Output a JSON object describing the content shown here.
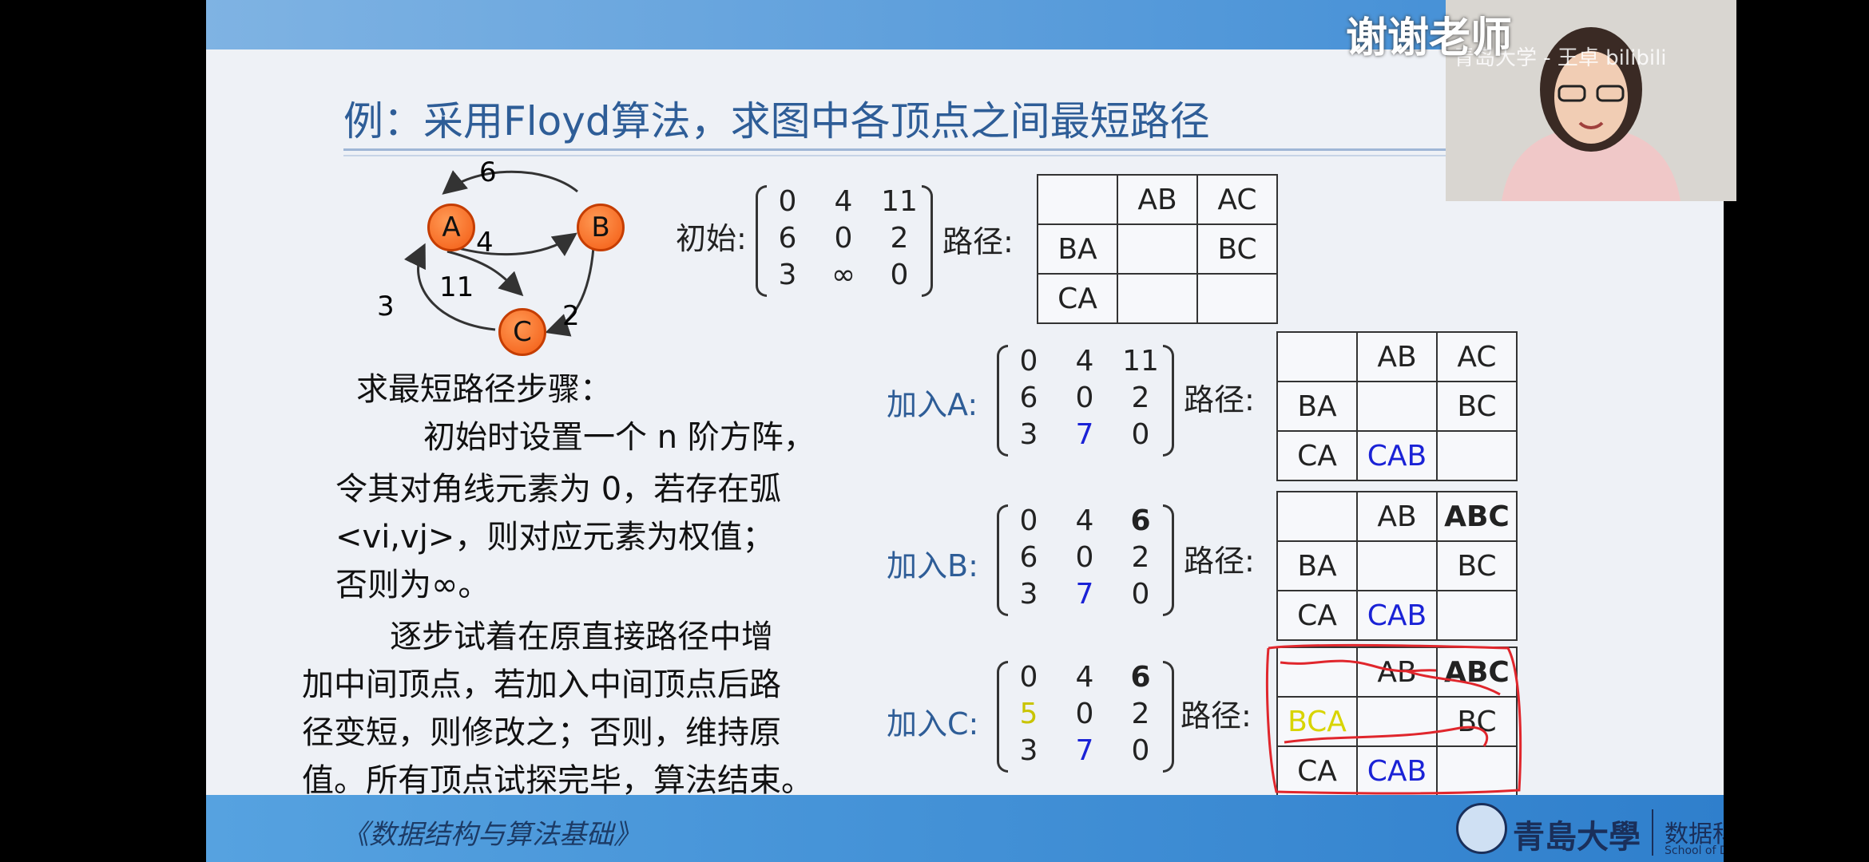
{
  "overlay": {
    "title": "谢谢老师",
    "watermark": "青岛大学 - 王卓 bilibili"
  },
  "slide": {
    "title": "例：采用Floyd算法，求图中各顶点之间最短路径",
    "graph": {
      "nodes": [
        "A",
        "B",
        "C"
      ],
      "edge_weights": {
        "ab": "4",
        "ba": "6",
        "ac": "11",
        "ca": "3",
        "bc": "2"
      }
    },
    "steps_heading": "求最短路径步骤：",
    "para1": [
      "初始时设置一个 n 阶方阵，",
      "令其对角线元素为 0，若存在弧",
      "<vi,vj>，则对应元素为权值；",
      "否则为∞。"
    ],
    "para2": [
      "逐步试着在原直接路径中增",
      "加中间顶点，若加入中间顶点后路",
      "径变短，则修改之；否则，维持原",
      "值。所有顶点试探完毕，算法结束。"
    ],
    "path_label": "路径:",
    "stages": [
      {
        "label": "初始:",
        "matrix": [
          [
            "0",
            "4",
            "11"
          ],
          [
            "6",
            "0",
            "2"
          ],
          [
            "3",
            "∞",
            "0"
          ]
        ],
        "paths": [
          [
            "",
            "AB",
            "AC"
          ],
          [
            "BA",
            "",
            "BC"
          ],
          [
            "CA",
            "",
            ""
          ]
        ]
      },
      {
        "label": "加入A:",
        "matrix": [
          [
            "0",
            "4",
            "11"
          ],
          [
            "6",
            "0",
            "2"
          ],
          [
            "3",
            "7",
            "0"
          ]
        ],
        "paths": [
          [
            "",
            "AB",
            "AC"
          ],
          [
            "BA",
            "",
            "BC"
          ],
          [
            "CA",
            "CAB",
            ""
          ]
        ]
      },
      {
        "label": "加入B:",
        "matrix": [
          [
            "0",
            "4",
            "6"
          ],
          [
            "6",
            "0",
            "2"
          ],
          [
            "3",
            "7",
            "0"
          ]
        ],
        "paths": [
          [
            "",
            "AB",
            "ABC"
          ],
          [
            "BA",
            "",
            "BC"
          ],
          [
            "CA",
            "CAB",
            ""
          ]
        ]
      },
      {
        "label": "加入C:",
        "matrix": [
          [
            "0",
            "4",
            "6"
          ],
          [
            "5",
            "0",
            "2"
          ],
          [
            "3",
            "7",
            "0"
          ]
        ],
        "paths": [
          [
            "",
            "AB",
            "ABC"
          ],
          [
            "BCA",
            "",
            "BC"
          ],
          [
            "CA",
            "CAB",
            ""
          ]
        ]
      }
    ],
    "footer": {
      "book": "《数据结构与算法基础》",
      "university": "青島大學",
      "dept": "数据科学与软件工程学院",
      "dept_en": "School of Data Science and Software Engineering"
    }
  },
  "colors": {
    "title": "#2e5d97",
    "node": "#f35a12",
    "changed_blue": "#1a22d6",
    "changed_yellow": "#e2e000",
    "annotation_red": "#e0262c"
  }
}
